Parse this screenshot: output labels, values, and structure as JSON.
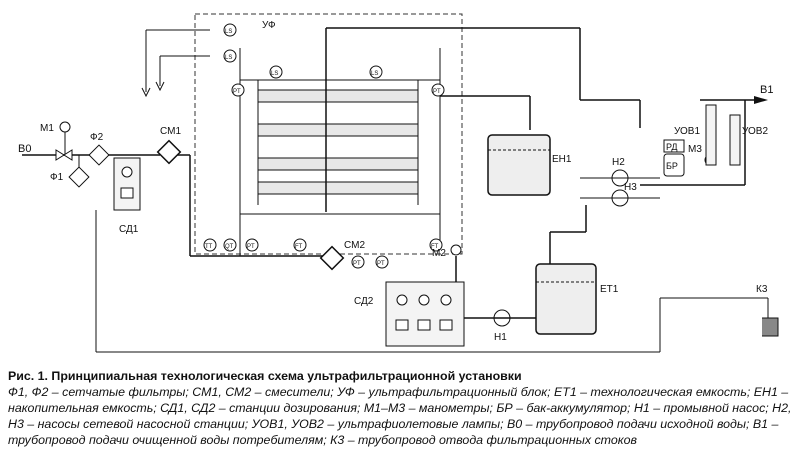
{
  "labels": {
    "uf": "УФ",
    "b0": "В0",
    "m1": "М1",
    "f1": "Ф1",
    "f2": "Ф2",
    "sm1": "СМ1",
    "sd1": "СД1",
    "sm2": "СМ2",
    "sd2": "СД2",
    "m2": "М2",
    "n1": "Н1",
    "et1": "ЕТ1",
    "en1": "ЕН1",
    "n2": "Н2",
    "n3": "Н3",
    "rd": "РД",
    "br": "БР",
    "m3": "М3",
    "uov1": "УОВ1",
    "uov2": "УОВ2",
    "b1": "В1",
    "k3": "К3",
    "ls": "LS",
    "pt": "PT",
    "ft": "FT",
    "qt": "QT",
    "tt": "TT"
  },
  "caption": {
    "title": "Рис. 1. Принципиальная технологическая схема ультрафильтрационной установки",
    "legend": "Ф1, Ф2 – сетчатые фильтры; СМ1, СМ2 – смесители; УФ – ультрафильтрационный блок; ЕТ1 – технологическая емкость; ЕН1 – накопительная емкость; СД1, СД2 – станции дозирования; М1–М3 – манометры; БР – бак-аккумулятор; Н1 – промывной насос; Н2, Н3 – насосы сетевой насосной станции; УОВ1, УОВ2 – ультрафиолетовые лампы; В0 – трубопровод подачи исходной воды; В1 – трубопровод подачи очищенной воды потребителям; К3 – трубопровод отвода фильтрационных стоков"
  }
}
